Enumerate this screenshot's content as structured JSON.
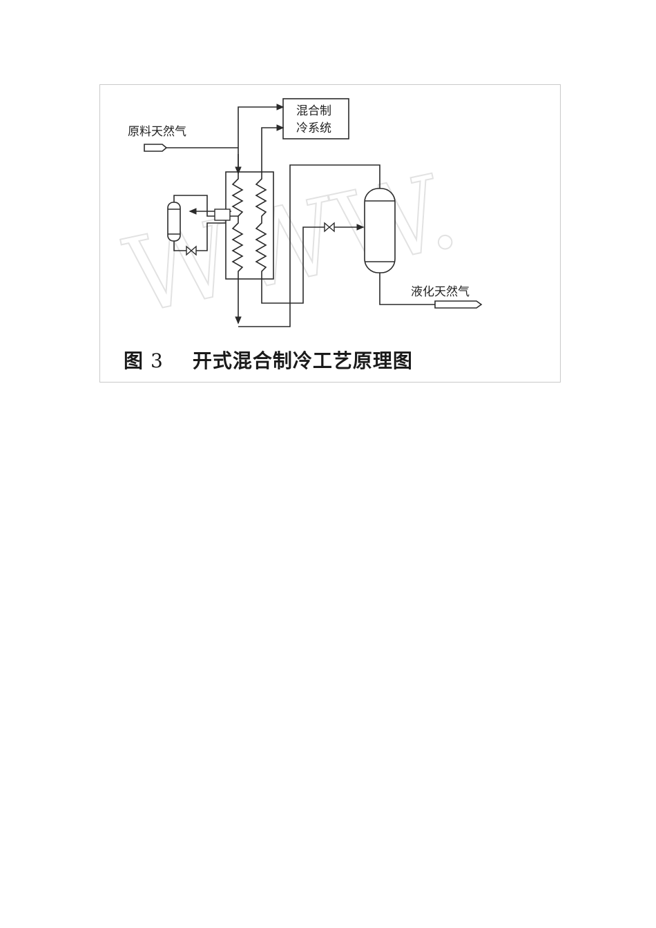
{
  "labels": {
    "feed_gas": "原料天然气",
    "mr_system_line1": "混合制",
    "mr_system_line2": "冷系统",
    "lng_product": "液化天然气",
    "watermark": "WWW."
  },
  "caption": {
    "prefix": "图",
    "number": "3",
    "title": "开式混合制冷工艺原理图"
  }
}
